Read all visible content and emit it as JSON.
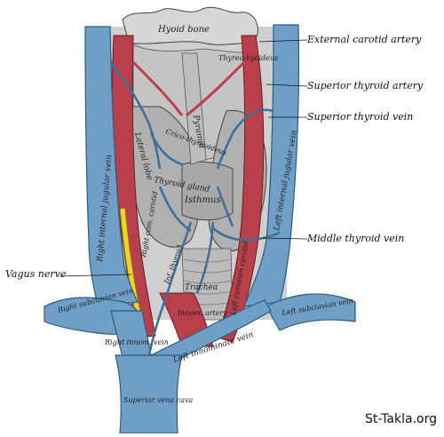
{
  "callouts": {
    "external_carotid_artery": "External carotid artery",
    "superior_thyroid_artery": "Superior thyroid artery",
    "superior_thyroid_vein": "Superior thyroid vein",
    "middle_thyroid_vein": "Middle thyroid vein",
    "vagus_nerve": "Vagus nerve"
  },
  "inner_labels": {
    "hyoid_bone": "Hyoid bone",
    "thyreohyoideus": "Thyreo-hyoideus",
    "pyramid": "Pyramid",
    "lateral_lobe": "Lateral lobe",
    "crico_thyreoideus": "Crico-thyreoideus",
    "thyroid_gland": "Thyroid gland",
    "isthmus": "Isthmus",
    "right_internal_jugular_vein": "Right internal jugular vein",
    "left_internal_jugular_vein": "Left internal jugular vein",
    "right_com_carotid": "Right com. carotid",
    "inf_thyroid": "Inf. thyroid",
    "trachea": "Trachea",
    "left_common_carotid": "Left common carotid",
    "innom_artery": "Innom. artery",
    "right_subclavian_vein": "Right subclavian vein",
    "right_innom_vein": "Right innom. vein",
    "left_innominate_vein": "Left innominate vein",
    "left_subclavian_vein": "Left subclavian vein",
    "superior_vena_cava": "Superior vena cava"
  },
  "watermark": "St-Takla.org",
  "colors": {
    "vein": "#6f9fc6",
    "vein_dark": "#3b6e98",
    "artery": "#b9404a",
    "nerve": "#f0d428",
    "gland": "#b8b8b8",
    "bone": "#d7d7d7"
  }
}
